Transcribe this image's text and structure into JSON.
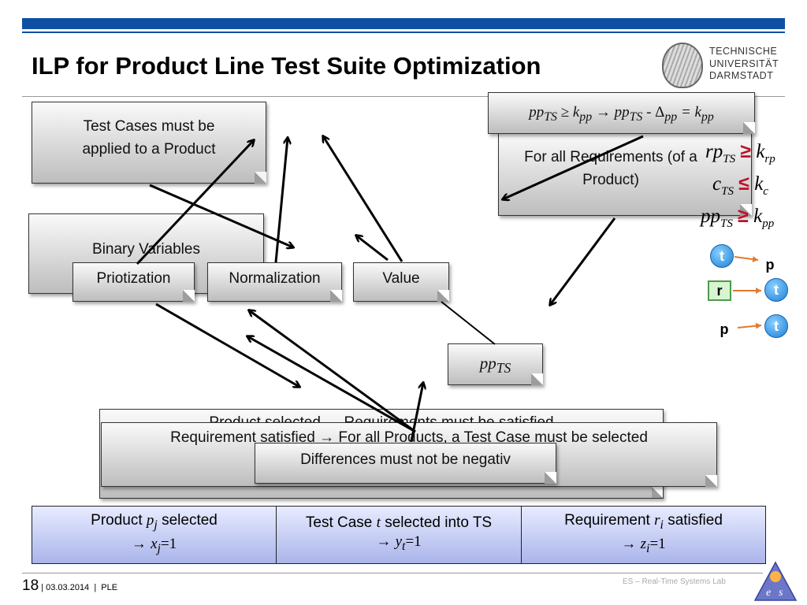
{
  "title": "ILP for Product Line Test Suite Optimization",
  "logo": {
    "lines": [
      "TECHNISCHE",
      "UNIVERSITÄT",
      "DARMSTADT"
    ]
  },
  "colors": {
    "top_bar": "#0e4fa3",
    "box_fill": "#d0d0d0",
    "table_fill": "#c5cdf5",
    "operator": "#c0102a",
    "test_circle": "#1c7fd6",
    "req_square": "#d6f6d0",
    "product_triangle": "#f4a46a",
    "legend_arrow": "#e07a30"
  },
  "boxes": {
    "test_cases": "Test Cases must be applied to a Product",
    "binary_variables": "Binary Variables",
    "priotization": "Priotization",
    "normalization": "Normalization",
    "value": "Value",
    "for_all_requirements": "For all Requirements (of a Product)",
    "pp_formula": {
      "a": "pp",
      "a_sub": "TS",
      "b": "≥ k",
      "b_sub": "pp",
      "c": "→",
      "d": "pp",
      "d_sub": "TS",
      "e": "- Δ",
      "e_sub": "pp",
      "f": "= k",
      "f_sub": "pp"
    },
    "pp_ts": {
      "v": "pp",
      "sub": "TS"
    },
    "product_selected": "Product selected → Requirements must be satisfied",
    "requirement_satisfied": "Requirement satisfied → For all Products, a Test Case must be selected",
    "differences": "Differences must not be negativ"
  },
  "constraints": [
    {
      "lhs": "rp",
      "lhs_sub": "TS",
      "op": "≥",
      "rhs": "k",
      "rhs_sub": "rp"
    },
    {
      "lhs": "c",
      "lhs_sub": "TS",
      "op": "≤",
      "rhs": "k",
      "rhs_sub": "c"
    },
    {
      "lhs": "pp",
      "lhs_sub": "TS",
      "op": "≥",
      "rhs": "k",
      "rhs_sub": "pp"
    }
  ],
  "legend": {
    "t": "t",
    "p": "p",
    "r": "r"
  },
  "table": {
    "col1": {
      "line1_a": "Product ",
      "var": "p",
      "var_sub": "j",
      "line1_b": " selected",
      "arrow": "→ ",
      "x": "x",
      "x_sub": "j",
      "eq": "=1"
    },
    "col2": {
      "line1_a": "Test Case ",
      "var": "t",
      "line1_b": " selected into TS",
      "arrow": "→ ",
      "y": "y",
      "y_sub": "t",
      "eq": "=1"
    },
    "col3": {
      "line1_a": "Requirement ",
      "var": "r",
      "var_sub": "i",
      "line1_b": " satisfied",
      "arrow": "→ ",
      "z": "z",
      "z_sub": "i",
      "eq": "=1"
    }
  },
  "footer": {
    "page": "18",
    "date": "03.03.2014",
    "sep": "|",
    "topic": "PLE",
    "lab": "ES – Real-Time Systems Lab"
  }
}
